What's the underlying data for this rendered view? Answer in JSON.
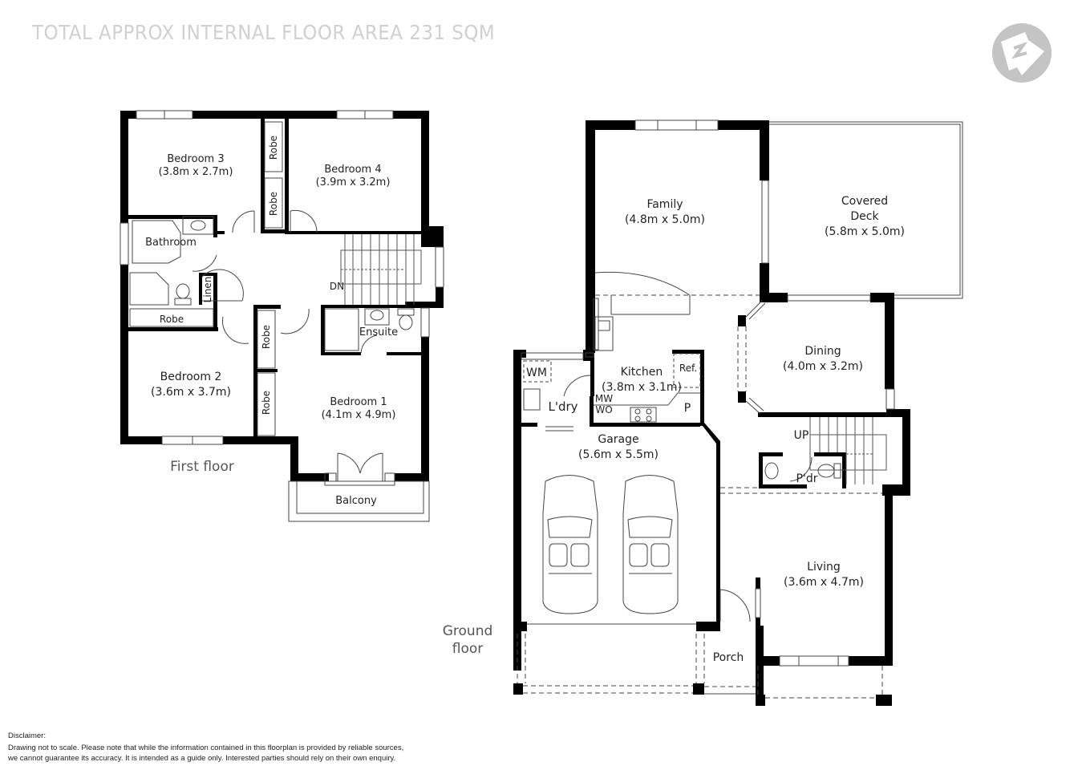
{
  "header": {
    "title": "TOTAL APPROX INTERNAL FLOOR AREA 231 SQM",
    "logo_icon": "compass-north-icon"
  },
  "first_floor": {
    "name": "First floor",
    "rooms": [
      {
        "name": "Bedroom 3",
        "dims": "(3.8m x 2.7m)"
      },
      {
        "name": "Bedroom 4",
        "dims": "(3.9m x 3.2m)"
      },
      {
        "name": "Bathroom",
        "dims": ""
      },
      {
        "name": "Bedroom 2",
        "dims": "(3.6m x 3.7m)"
      },
      {
        "name": "Bedroom 1",
        "dims": "(4.1m x 4.9m)"
      },
      {
        "name": "Ensuite",
        "dims": ""
      },
      {
        "name": "Balcony",
        "dims": ""
      }
    ],
    "fixtures": {
      "robe_a": "Robe",
      "robe_b": "Robe",
      "robe_c": "Robe",
      "robe_d": "Robe",
      "robe_e": "Robe",
      "linen": "Linen",
      "stairs": "DN"
    }
  },
  "ground_floor": {
    "name_line1": "Ground",
    "name_line2": "floor",
    "rooms": [
      {
        "name": "Family",
        "dims": "(4.8m x 5.0m)"
      },
      {
        "name": "Covered",
        "name2": "Deck",
        "dims": "(5.8m x 5.0m)"
      },
      {
        "name": "Dining",
        "dims": "(4.0m x 3.2m)"
      },
      {
        "name": "Kitchen",
        "dims": "(3.8m x 3.1m)"
      },
      {
        "name": "Garage",
        "dims": "(5.6m x 5.5m)"
      },
      {
        "name": "Living",
        "dims": "(3.6m x 4.7m)"
      },
      {
        "name": "L'dry",
        "dims": ""
      },
      {
        "name": "P'dr",
        "dims": ""
      },
      {
        "name": "Porch",
        "dims": ""
      }
    ],
    "fixtures": {
      "wm": "WM",
      "ref": "Ref.",
      "mw": "MW",
      "wo": "WO",
      "pantry": "P",
      "stairs": "UP"
    }
  },
  "disclaimer": {
    "heading": "Disclaimer:",
    "line1": "Drawing not to scale. Please note that while the information contained in this floorplan is provided by reliable sources,",
    "line2": "we cannot guarantee its accuracy. It is intended as a guide only. Interested parties should rely on their  own enquiry."
  },
  "colors": {
    "wall": "#000000",
    "title": "#d0d0d0",
    "logo": "#c4c4c4",
    "floor_label": "#555555"
  }
}
